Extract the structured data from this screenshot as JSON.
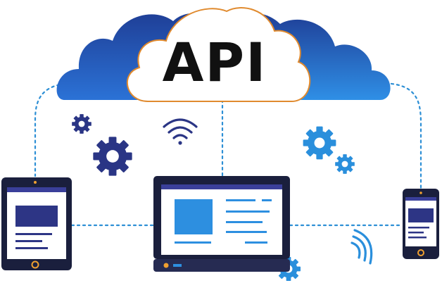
{
  "diagram": {
    "center_label": "API",
    "nodes": [
      {
        "id": "cloud",
        "kind": "cloud",
        "label": "API"
      },
      {
        "id": "tablet",
        "kind": "device-tablet"
      },
      {
        "id": "laptop",
        "kind": "device-laptop"
      },
      {
        "id": "phone",
        "kind": "device-phone"
      }
    ],
    "connections": [
      {
        "from": "cloud",
        "to": "tablet",
        "style": "dotted"
      },
      {
        "from": "cloud",
        "to": "laptop",
        "style": "dotted"
      },
      {
        "from": "cloud",
        "to": "phone",
        "style": "dotted"
      },
      {
        "from": "tablet",
        "to": "laptop",
        "style": "dotted"
      },
      {
        "from": "laptop",
        "to": "phone",
        "style": "dotted"
      }
    ],
    "decorations": [
      "gear-icon",
      "wifi-icon",
      "signal-icon"
    ]
  },
  "colors": {
    "cloud_dark": "#1f3f97",
    "cloud_mid": "#2b6bd0",
    "cloud_light": "#2f8fe6",
    "cloud_outline": "#e08a2e",
    "connector": "#2d8fd5",
    "gear_navy": "#2a3585",
    "gear_blue": "#2a8fdc",
    "device_frame": "#1a1f3d",
    "device_bar": "#3a3f9a",
    "screen_block_dark": "#2d3585",
    "screen_block_light": "#2d8fe0",
    "home_button": "#f0a030"
  }
}
